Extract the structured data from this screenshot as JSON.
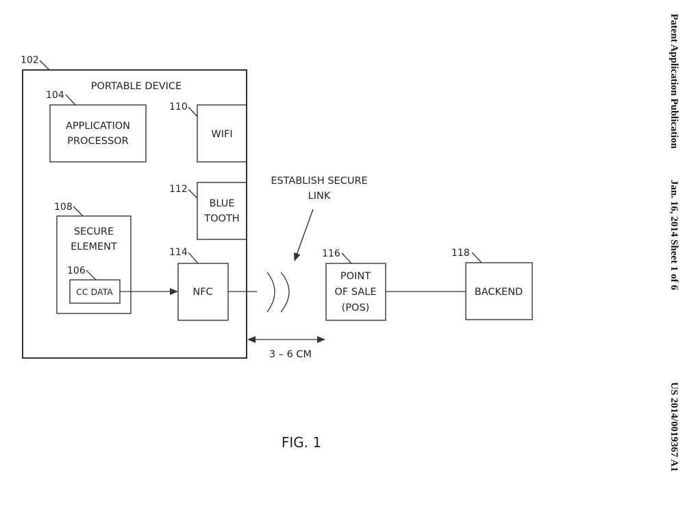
{
  "header": {
    "publication_type": "Patent Application Publication",
    "date_sheet": "Jan. 16, 2014  Sheet 1 of 6",
    "publication_number": "US 2014/0019367 A1"
  },
  "figure": {
    "caption": "FIG. 1",
    "nodes": {
      "portable_device": {
        "ref": "102",
        "label": "PORTABLE DEVICE"
      },
      "application_processor": {
        "ref": "104",
        "line1": "APPLICATION",
        "line2": "PROCESSOR"
      },
      "wifi": {
        "ref": "110",
        "label": "WIFI"
      },
      "bluetooth": {
        "ref": "112",
        "line1": "BLUE",
        "line2": "TOOTH"
      },
      "secure_element": {
        "ref": "108",
        "line1": "SECURE",
        "line2": "ELEMENT"
      },
      "cc_data": {
        "ref": "106",
        "label": "CC DATA"
      },
      "nfc": {
        "ref": "114",
        "label": "NFC"
      },
      "pos": {
        "ref": "116",
        "line1": "POINT",
        "line2": "OF SALE",
        "line3": "(POS)"
      },
      "backend": {
        "ref": "118",
        "label": "BACKEND"
      }
    },
    "annotations": {
      "secure_link_line1": "ESTABLISH SECURE",
      "secure_link_line2": "LINK",
      "distance": "3 – 6 CM"
    },
    "edges": [
      {
        "from": "cc_data",
        "to": "nfc",
        "type": "arrow"
      },
      {
        "from": "nfc",
        "to": "pos",
        "type": "wireless"
      },
      {
        "from": "pos",
        "to": "backend",
        "type": "line"
      }
    ]
  }
}
